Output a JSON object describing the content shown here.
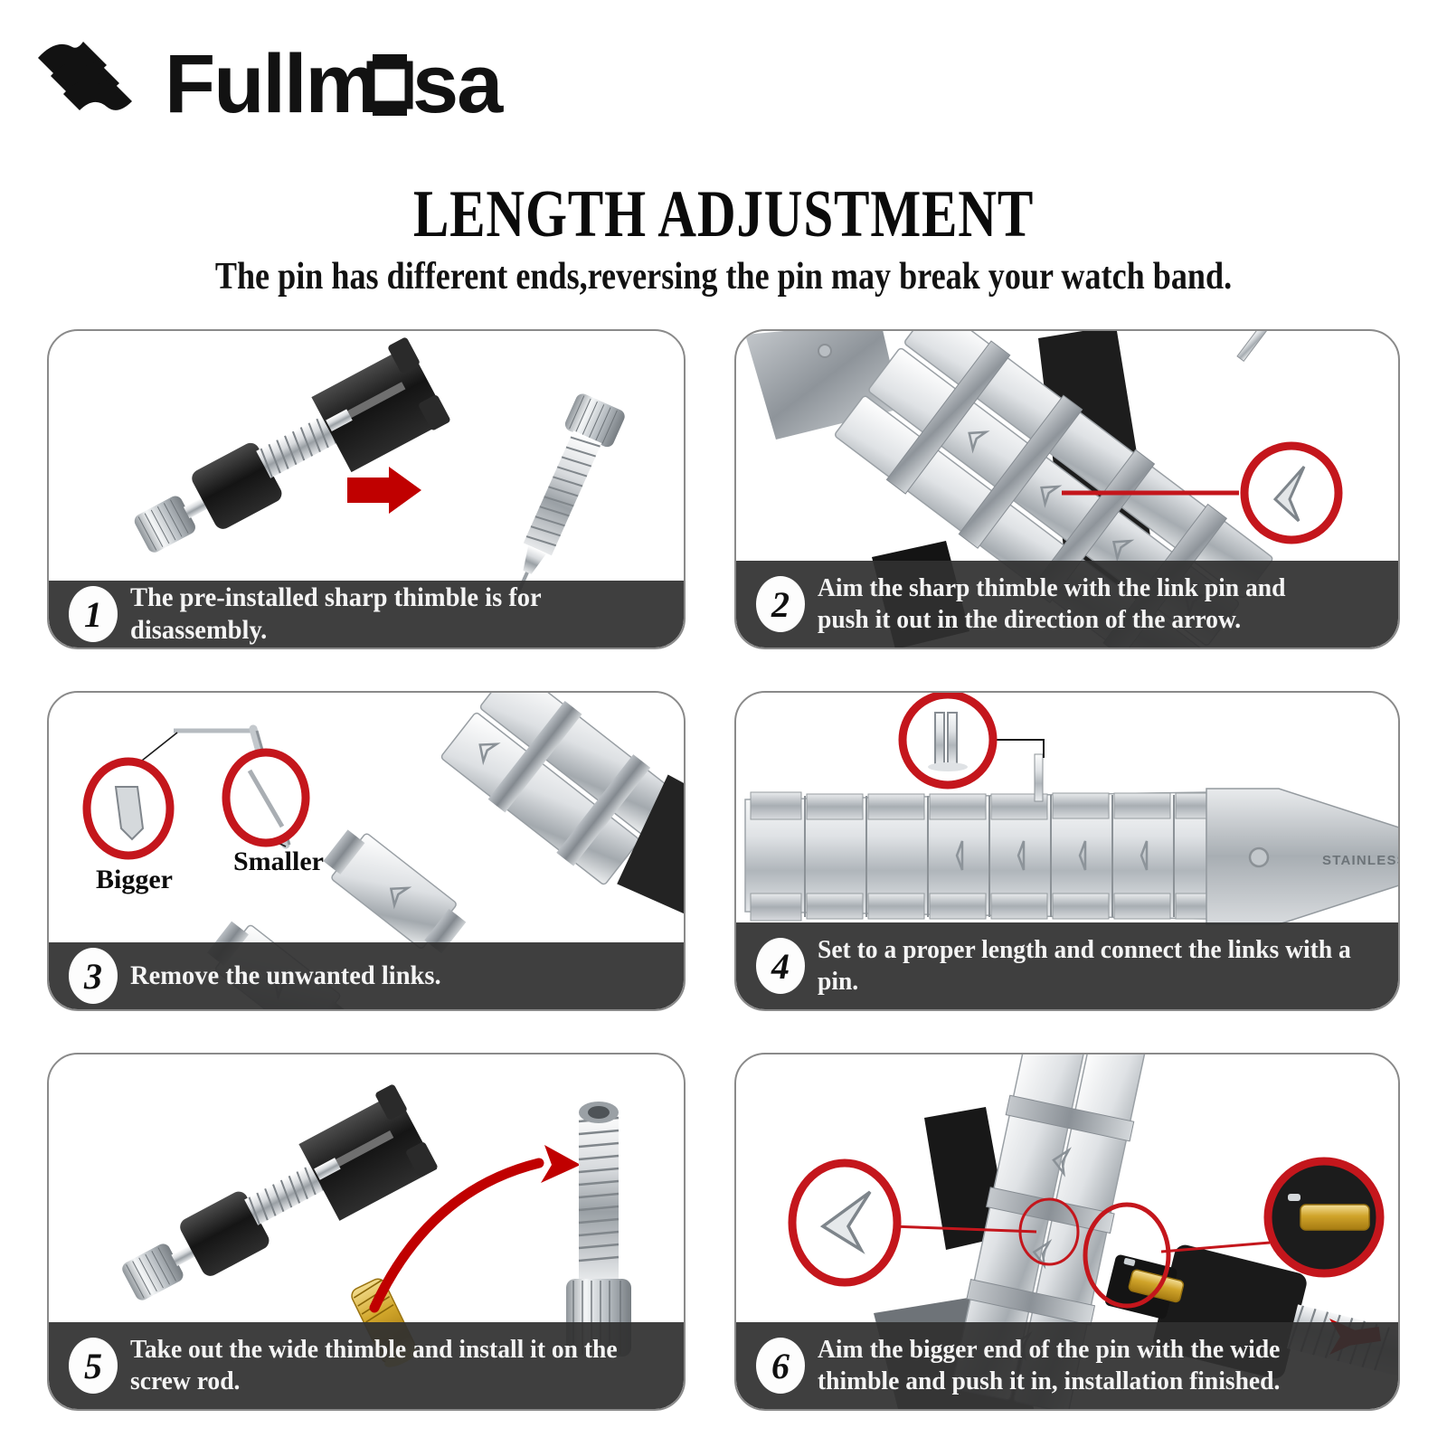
{
  "brand": {
    "name": "Fullmosa",
    "logo_icon": "fullmosa-wave-logo-icon"
  },
  "header": {
    "title": "LENGTH ADJUSTMENT",
    "subtitle": "The pin has different ends,reversing the pin may break your watch band."
  },
  "colors": {
    "accent_red": "#c00000",
    "callout_red": "#c4161c",
    "caption_bar": "#303030",
    "panel_border": "#8a8a8a",
    "text_dark": "#0c0c0c",
    "text_light": "#f4f4f4",
    "steel_light": "#f2f3f4",
    "steel_mid": "#c9cdd1",
    "steel_dark": "#8d9297",
    "tool_black": "#1b1b1b",
    "brass": "#c8a02a"
  },
  "steps": [
    {
      "number": "1",
      "caption_line1": "The pre-installed sharp thimble is for disassembly.",
      "caption_line2": "",
      "art": "link-remover-tool-with-sharp-thimble-screw-rod",
      "annotations": []
    },
    {
      "number": "2",
      "caption_line1": "Aim the sharp thimble with the link pin and",
      "caption_line2": "push it out in the direction of the arrow.",
      "art": "watch-band-in-tool-arrow-engraving-callout",
      "annotations": [
        "arrow-engraving-zoom"
      ]
    },
    {
      "number": "3",
      "caption_line1": "Remove the unwanted links.",
      "caption_line2": "",
      "art": "removed-links-with-pin-callouts",
      "annotations": [
        "Bigger",
        "Smaller"
      ]
    },
    {
      "number": "4",
      "caption_line1": "Set to a proper length and connect the",
      "caption_line2": "links with a pin.",
      "art": "assembled-bracelet-with-clasp-and-pin-callout",
      "annotations": [
        "pin-zoom"
      ],
      "engraved_text": "STAINLESS STEEL"
    },
    {
      "number": "5",
      "caption_line1": "Take out the wide thimble and install it",
      "caption_line2": "on the screw rod.",
      "art": "tool-with-brass-wide-thimble-and-screw-rod",
      "annotations": []
    },
    {
      "number": "6",
      "caption_line1": "Aim the bigger end of the pin with the wide",
      "caption_line2": "thimble and push it in, installation finished.",
      "art": "band-in-tool-with-brass-thimble-callouts",
      "annotations": [
        "arrow-engraving-zoom",
        "brass-thimble-zoom"
      ]
    }
  ],
  "callout_labels": {
    "bigger": "Bigger",
    "smaller": "Smaller"
  },
  "clasp_engraving": "STAINLESS STEEL"
}
